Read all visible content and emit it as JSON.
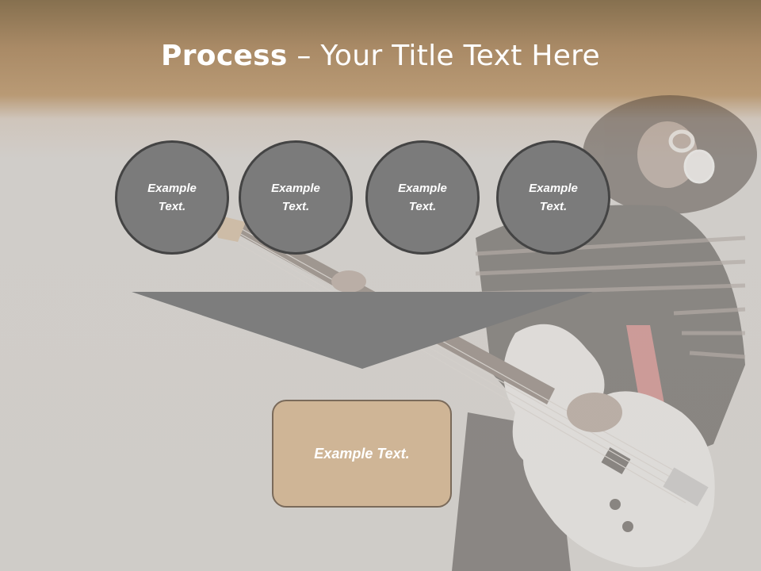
{
  "slide": {
    "title_bold": "Process",
    "title_rest": " – Your Title Text Here",
    "circles": [
      {
        "line1": "Example",
        "line2": "Text."
      },
      {
        "line1": "Example",
        "line2": "Text."
      },
      {
        "line1": "Example",
        "line2": "Text."
      },
      {
        "line1": "Example",
        "line2": "Text."
      }
    ],
    "result_text": "Example Text."
  },
  "colors": {
    "header_brown": "#a98a66",
    "background_gray": "#cfccc8",
    "circle_fill": "#7b7b7b",
    "circle_border": "#444444",
    "funnel_fill": "#7d7d7d",
    "result_fill": "#cfb596"
  }
}
